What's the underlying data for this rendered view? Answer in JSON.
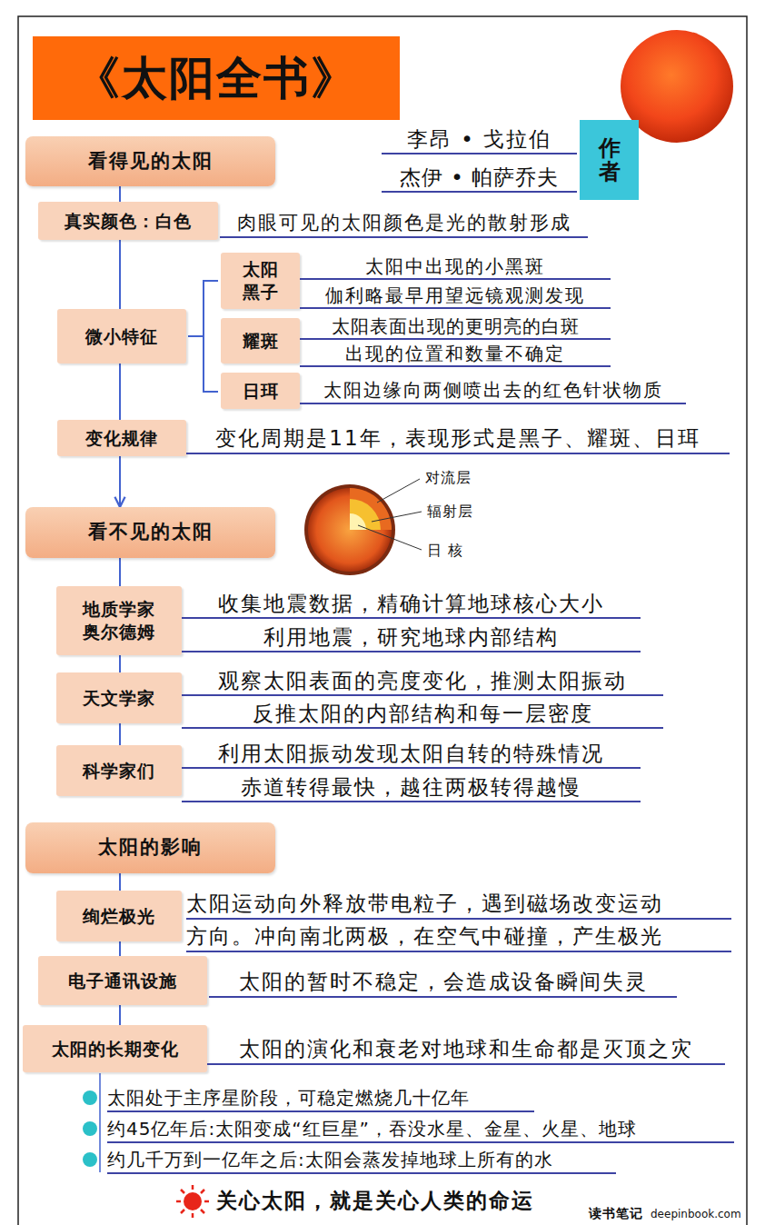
{
  "diagram": {
    "title": "《太阳全书》",
    "caption": "关心太阳，就是关心人类的命运",
    "nodes": [
      {
        "text": [
          "看得见的太阳"
        ]
      },
      {
        "text": [
          "作者"
        ]
      },
      {
        "text": [
          "真实颜色：白色"
        ]
      },
      {
        "text": [
          "微小特征"
        ]
      },
      {
        "text": [
          "太阳 黑子"
        ]
      },
      {
        "text": [
          "耀斑"
        ]
      },
      {
        "text": [
          "日珥"
        ]
      },
      {
        "text": [
          "变化规律"
        ]
      },
      {
        "text": [
          "看不见的太阳"
        ]
      },
      {
        "text": [
          "地质学家 奥尔德姆"
        ]
      },
      {
        "text": [
          "天文学家"
        ]
      },
      {
        "text": [
          "科学家们"
        ]
      },
      {
        "text": [
          "太阳的影响"
        ]
      },
      {
        "text": [
          "绚烂极光"
        ]
      },
      {
        "text": [
          "电子通讯设施"
        ]
      },
      {
        "text": [
          "太阳的长期变化"
        ]
      }
    ],
    "edges": [
      {
        "from": 0,
        "to": 2,
        "arrow": "none"
      },
      {
        "from": 2,
        "to": 3,
        "arrow": "none"
      },
      {
        "from": 3,
        "to": 7,
        "arrow": "none"
      },
      {
        "from": 7,
        "to": 8,
        "arrow": "to"
      },
      {
        "from": 8,
        "to": 9,
        "arrow": "none"
      },
      {
        "from": 9,
        "to": 10,
        "arrow": "none"
      },
      {
        "from": 10,
        "to": 11,
        "arrow": "none"
      },
      {
        "from": 12,
        "to": 13,
        "arrow": "none"
      },
      {
        "from": 13,
        "to": 14,
        "arrow": "none"
      },
      {
        "from": 14,
        "to": 15,
        "arrow": "none"
      }
    ],
    "labels": [
      "李昂 • 戈拉伯",
      "杰伊 • 帕萨乔夫",
      "肉眼可见的太阳颜色是光的散射形成",
      "太阳中出现的小黑斑",
      "伽利略最早用望远镜观测发现",
      "太阳表面出现的更明亮的白斑",
      "出现的位置和数量不确定",
      "太阳边缘向两侧喷出去的红色针状物质",
      "变化周期是11年，表现形式是黑子、耀斑、日珥",
      "对流层",
      "辐射层",
      "日 核",
      "收集地震数据，精确计算地球核心大小",
      "利用地震，研究地球内部结构",
      "观察太阳表面的亮度变化，推测太阳振动",
      "反推太阳的内部结构和每一层密度",
      "利用太阳振动发现太阳自转的特殊情况",
      "赤道转得最快，越往两极转得越慢",
      "太阳运动向外释放带电粒子，遇到磁场改变运动 方向。冲向南北两极，在空气中碰撞，产生极光",
      "太阳的暂时不稳定，会造成设备瞬间失灵",
      "太阳的演化和衰老对地球和生命都是灭顶之灾",
      "太阳处于主序星阶段，可稳定燃烧几十亿年",
      "约45亿年后:太阳变成“红巨星”，吞没水星、金星、火星、地球",
      "约几千万到一亿年之后:太阳会蒸发掉地球上所有的水",
      "读书笔记",
      "deepinbook.com"
    ]
  }
}
